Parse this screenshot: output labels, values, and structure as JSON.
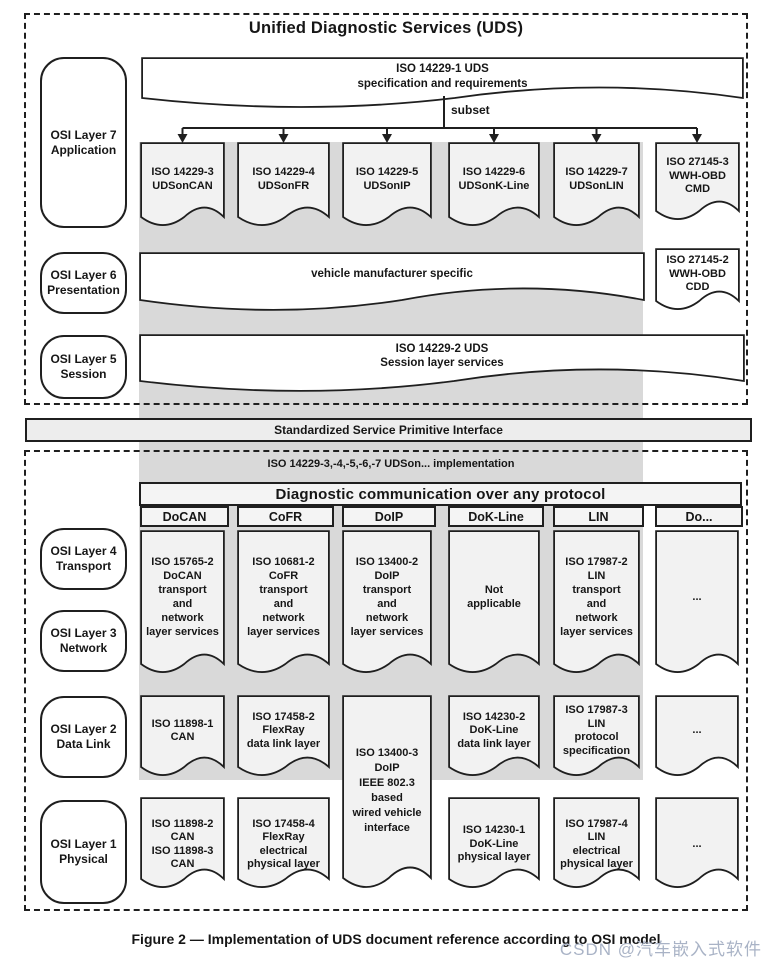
{
  "title": "Unified Diagnostic Services (UDS)",
  "caption": "Figure 2 — Implementation of UDS document reference according to OSI model",
  "watermark": "CSDN @汽车嵌入式软件",
  "subset_label": "subset",
  "sspi_label": "Standardized Service Primitive Interface",
  "implementation_label": "ISO 14229-3,-4,-5,-6,-7 UDSon... implementation",
  "diag_header": "Diagnostic communication over any protocol",
  "colors": {
    "band": "#d9d9d9",
    "box_fill": "#f2f2f2",
    "watermark": "#a9b3c6"
  },
  "osi_layers": [
    {
      "lines": [
        "OSI Layer 7",
        "Application"
      ]
    },
    {
      "lines": [
        "OSI Layer 6",
        "Presentation"
      ]
    },
    {
      "lines": [
        "OSI Layer 5",
        "Session"
      ]
    },
    {
      "lines": [
        "OSI Layer 4",
        "Transport"
      ]
    },
    {
      "lines": [
        "OSI Layer 3",
        "Network"
      ]
    },
    {
      "lines": [
        "OSI Layer 2",
        "Data Link"
      ]
    },
    {
      "lines": [
        "OSI Layer 1",
        "Physical"
      ]
    }
  ],
  "spec_box": {
    "lines": [
      "ISO 14229-1 UDS",
      "specification and requirements"
    ]
  },
  "subset_docs": [
    {
      "lines": [
        "ISO 14229-3",
        "UDSonCAN"
      ]
    },
    {
      "lines": [
        "ISO 14229-4",
        "UDSonFR"
      ]
    },
    {
      "lines": [
        "ISO 14229-5",
        "UDSonIP"
      ]
    },
    {
      "lines": [
        "ISO 14229-6",
        "UDSonK-Line"
      ]
    },
    {
      "lines": [
        "ISO 14229-7",
        "UDSonLIN"
      ]
    },
    {
      "lines": [
        "ISO 27145-3",
        "WWH-OBD",
        "CMD"
      ]
    }
  ],
  "vms_box": {
    "lines": [
      "vehicle manufacturer specific"
    ]
  },
  "cdd_box": {
    "lines": [
      "ISO 27145-2",
      "WWH-OBD",
      "CDD"
    ]
  },
  "session_box": {
    "lines": [
      "ISO 14229-2 UDS",
      "Session layer services"
    ]
  },
  "protocol_columns": [
    "DoCAN",
    "CoFR",
    "DoIP",
    "DoK-Line",
    "LIN",
    "Do..."
  ],
  "transport_row": [
    {
      "lines": [
        "ISO 15765-2",
        "DoCAN",
        "transport",
        "and",
        "network",
        "layer services"
      ]
    },
    {
      "lines": [
        "ISO 10681-2",
        "CoFR",
        "transport",
        "and",
        "network",
        "layer services"
      ]
    },
    {
      "lines": [
        "ISO 13400-2",
        "DoIP",
        "transport",
        "and",
        "network",
        "layer services"
      ]
    },
    {
      "lines": [
        "Not",
        "applicable"
      ]
    },
    {
      "lines": [
        "ISO 17987-2",
        "LIN",
        "transport",
        "and",
        "network",
        "layer services"
      ]
    },
    {
      "lines": [
        "..."
      ]
    }
  ],
  "datalink_row": [
    {
      "lines": [
        "ISO 11898-1",
        "CAN"
      ]
    },
    {
      "lines": [
        "ISO 17458-2",
        "FlexRay",
        "data link layer"
      ]
    },
    {
      "lines": [
        "ISO 14230-2",
        "DoK-Line",
        "data link layer"
      ]
    },
    {
      "lines": [
        "ISO 17987-3",
        "LIN",
        "protocol",
        "specification"
      ]
    },
    {
      "lines": [
        "..."
      ]
    }
  ],
  "doip_span_box": {
    "lines": [
      "ISO 13400-3",
      "DoIP",
      "IEEE 802.3",
      "based",
      "wired vehicle",
      "interface"
    ]
  },
  "physical_row": [
    {
      "lines": [
        "ISO 11898-2",
        "CAN",
        "ISO 11898-3",
        "CAN"
      ]
    },
    {
      "lines": [
        "ISO 17458-4",
        "FlexRay",
        "electrical",
        "physical layer"
      ]
    },
    {
      "lines": [
        "ISO 14230-1",
        "DoK-Line",
        "physical layer"
      ]
    },
    {
      "lines": [
        "ISO 17987-4",
        "LIN",
        "electrical",
        "physical layer"
      ]
    },
    {
      "lines": [
        "..."
      ]
    }
  ]
}
